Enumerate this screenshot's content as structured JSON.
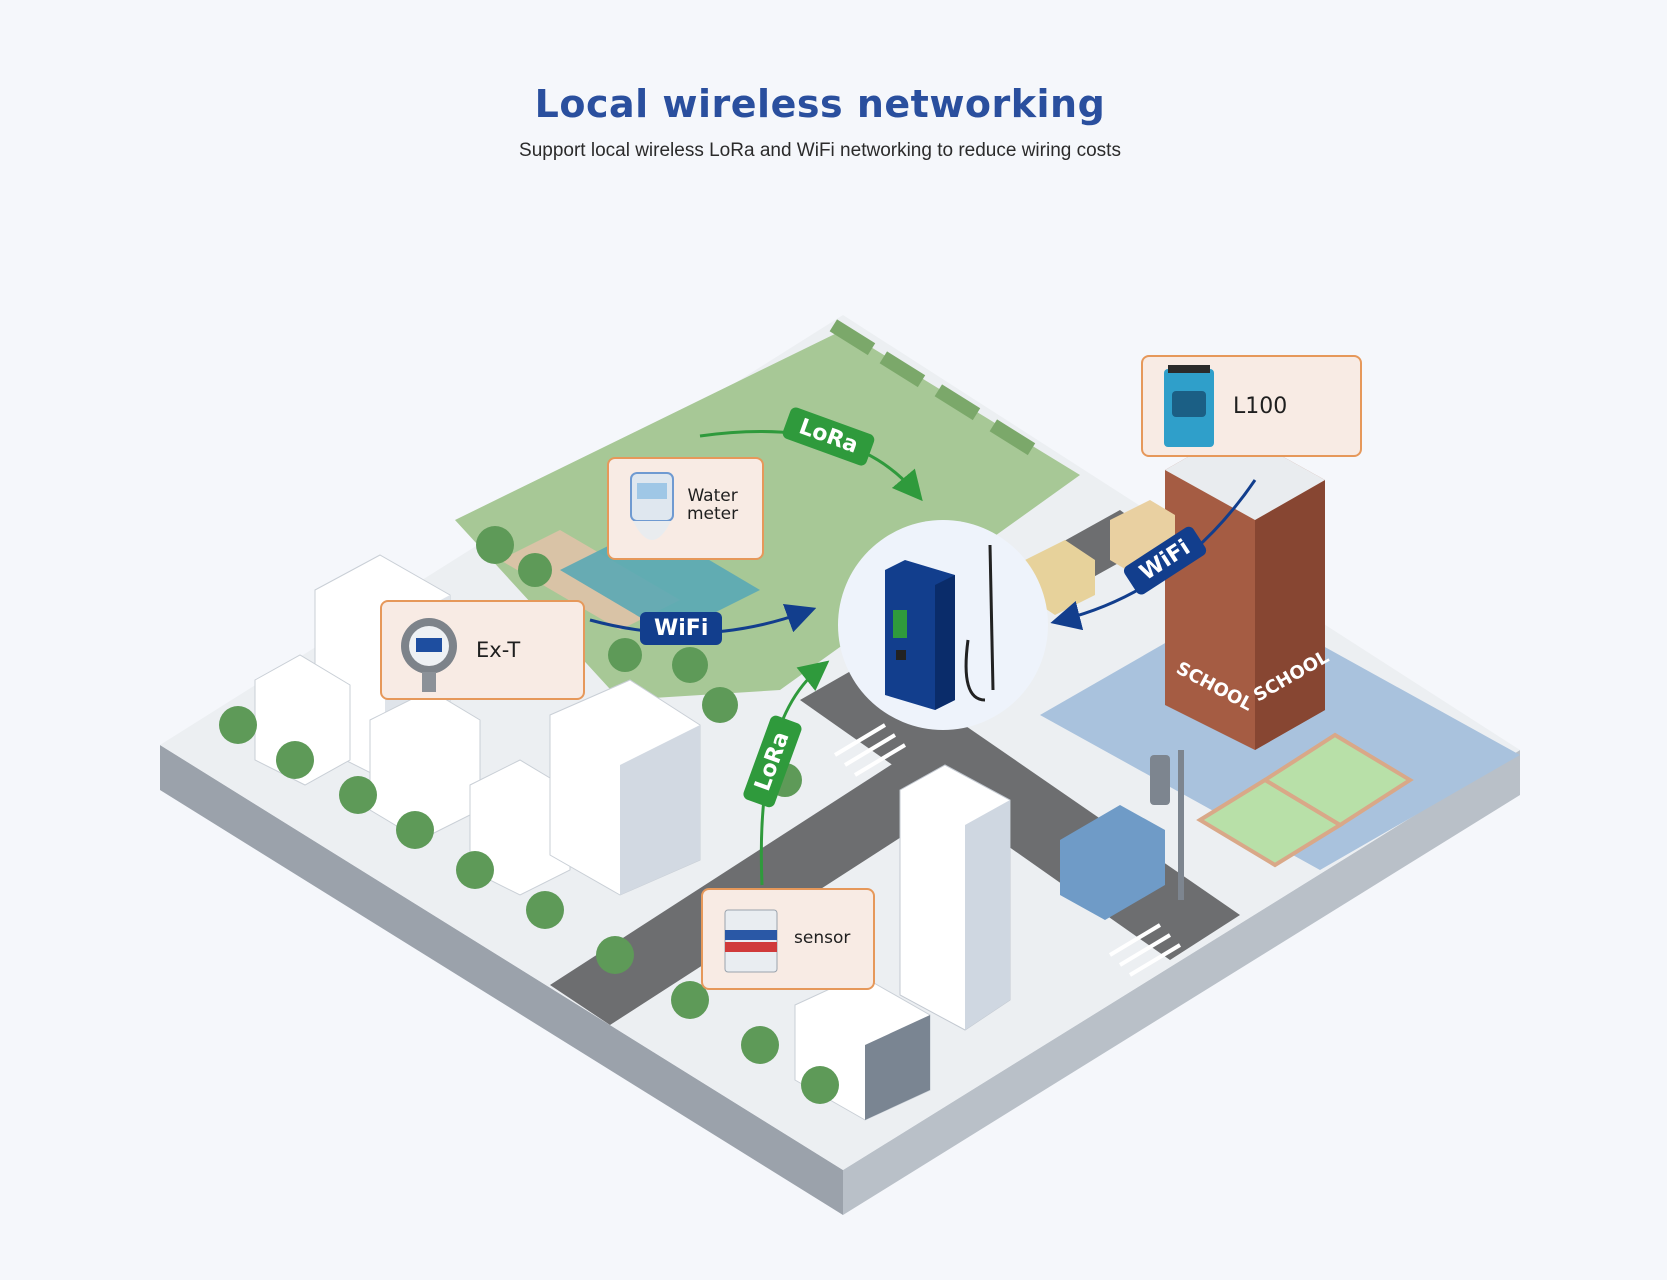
{
  "header": {
    "title": "Local wireless networking",
    "subtitle": "Support local wireless LoRa and WiFi networking to reduce wiring costs"
  },
  "devices": {
    "water_meter": "Water\nmeter",
    "ex_t": "Ex-T",
    "l100": "L100",
    "sensor": "sensor"
  },
  "links": {
    "lora_top": "LoRa",
    "lora_bottom": "LoRa",
    "wifi_left": "WiFi",
    "wifi_right": "WiFi"
  },
  "signage": {
    "school_left": "SCHOOL",
    "school_right": "SCHOOL"
  },
  "colors": {
    "title": "#2a4f9e",
    "lora": "#2f9a3c",
    "wifi": "#123e8d",
    "callout_border": "#e6985a",
    "callout_fill": "#f8ebe4",
    "park": "#9fc48e",
    "road": "#7b7b7d",
    "schoolyard": "#a9c2dd"
  }
}
